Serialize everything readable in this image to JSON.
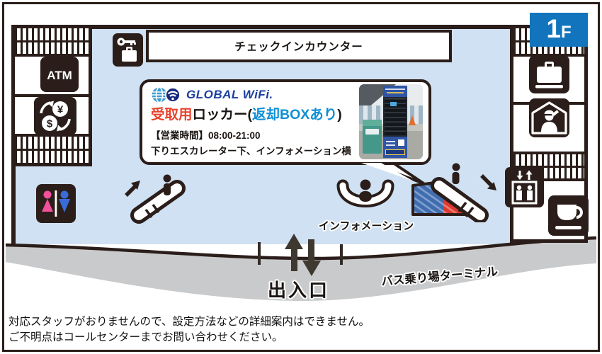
{
  "floor_badge": {
    "number": "1",
    "letter": "F"
  },
  "checkin": {
    "label": "チェックインカウンター"
  },
  "callout": {
    "brand": "GLOBAL WiFi.",
    "title": {
      "pickup": "受取用",
      "locker": "ロッカー(",
      "return_box": "返却BOXあり",
      "close": ")"
    },
    "hours": "【営業時間】08:00-21:00",
    "location": "下りエスカレーター下、インフォメーション横"
  },
  "labels": {
    "information": "インフォメーション",
    "entrance": "出入口",
    "bus_terminal": "バス乗り場ターミナル"
  },
  "icons": {
    "atm_label": "ATM",
    "currency_yen": "¥",
    "currency_dollar": "$",
    "names": [
      "coin-locker",
      "atm",
      "currency-exchange",
      "toilet",
      "escalator-up",
      "escalator-down",
      "information-desk",
      "luggage",
      "police-box",
      "elevator",
      "cafe"
    ]
  },
  "footer": {
    "line1": "対応スタッフがおりませんので、設定方法などの詳細案内はできません。",
    "line2": "ご不明点はコールセンターまでお問い合わせください。"
  },
  "colors": {
    "floor": "#cfe1f2",
    "road": "#c9cacb",
    "outline": "#2b1e1a",
    "badge_blue": "#1274bc",
    "brand_navy": "#1b3fa0",
    "accent_red": "#e8432d",
    "accent_blue": "#0e8fd6",
    "highlight_blue": "#3f6db0",
    "highlight_red": "#e0392f",
    "toilet_pink": "#f0509c",
    "toilet_blue": "#3a6cd8"
  }
}
